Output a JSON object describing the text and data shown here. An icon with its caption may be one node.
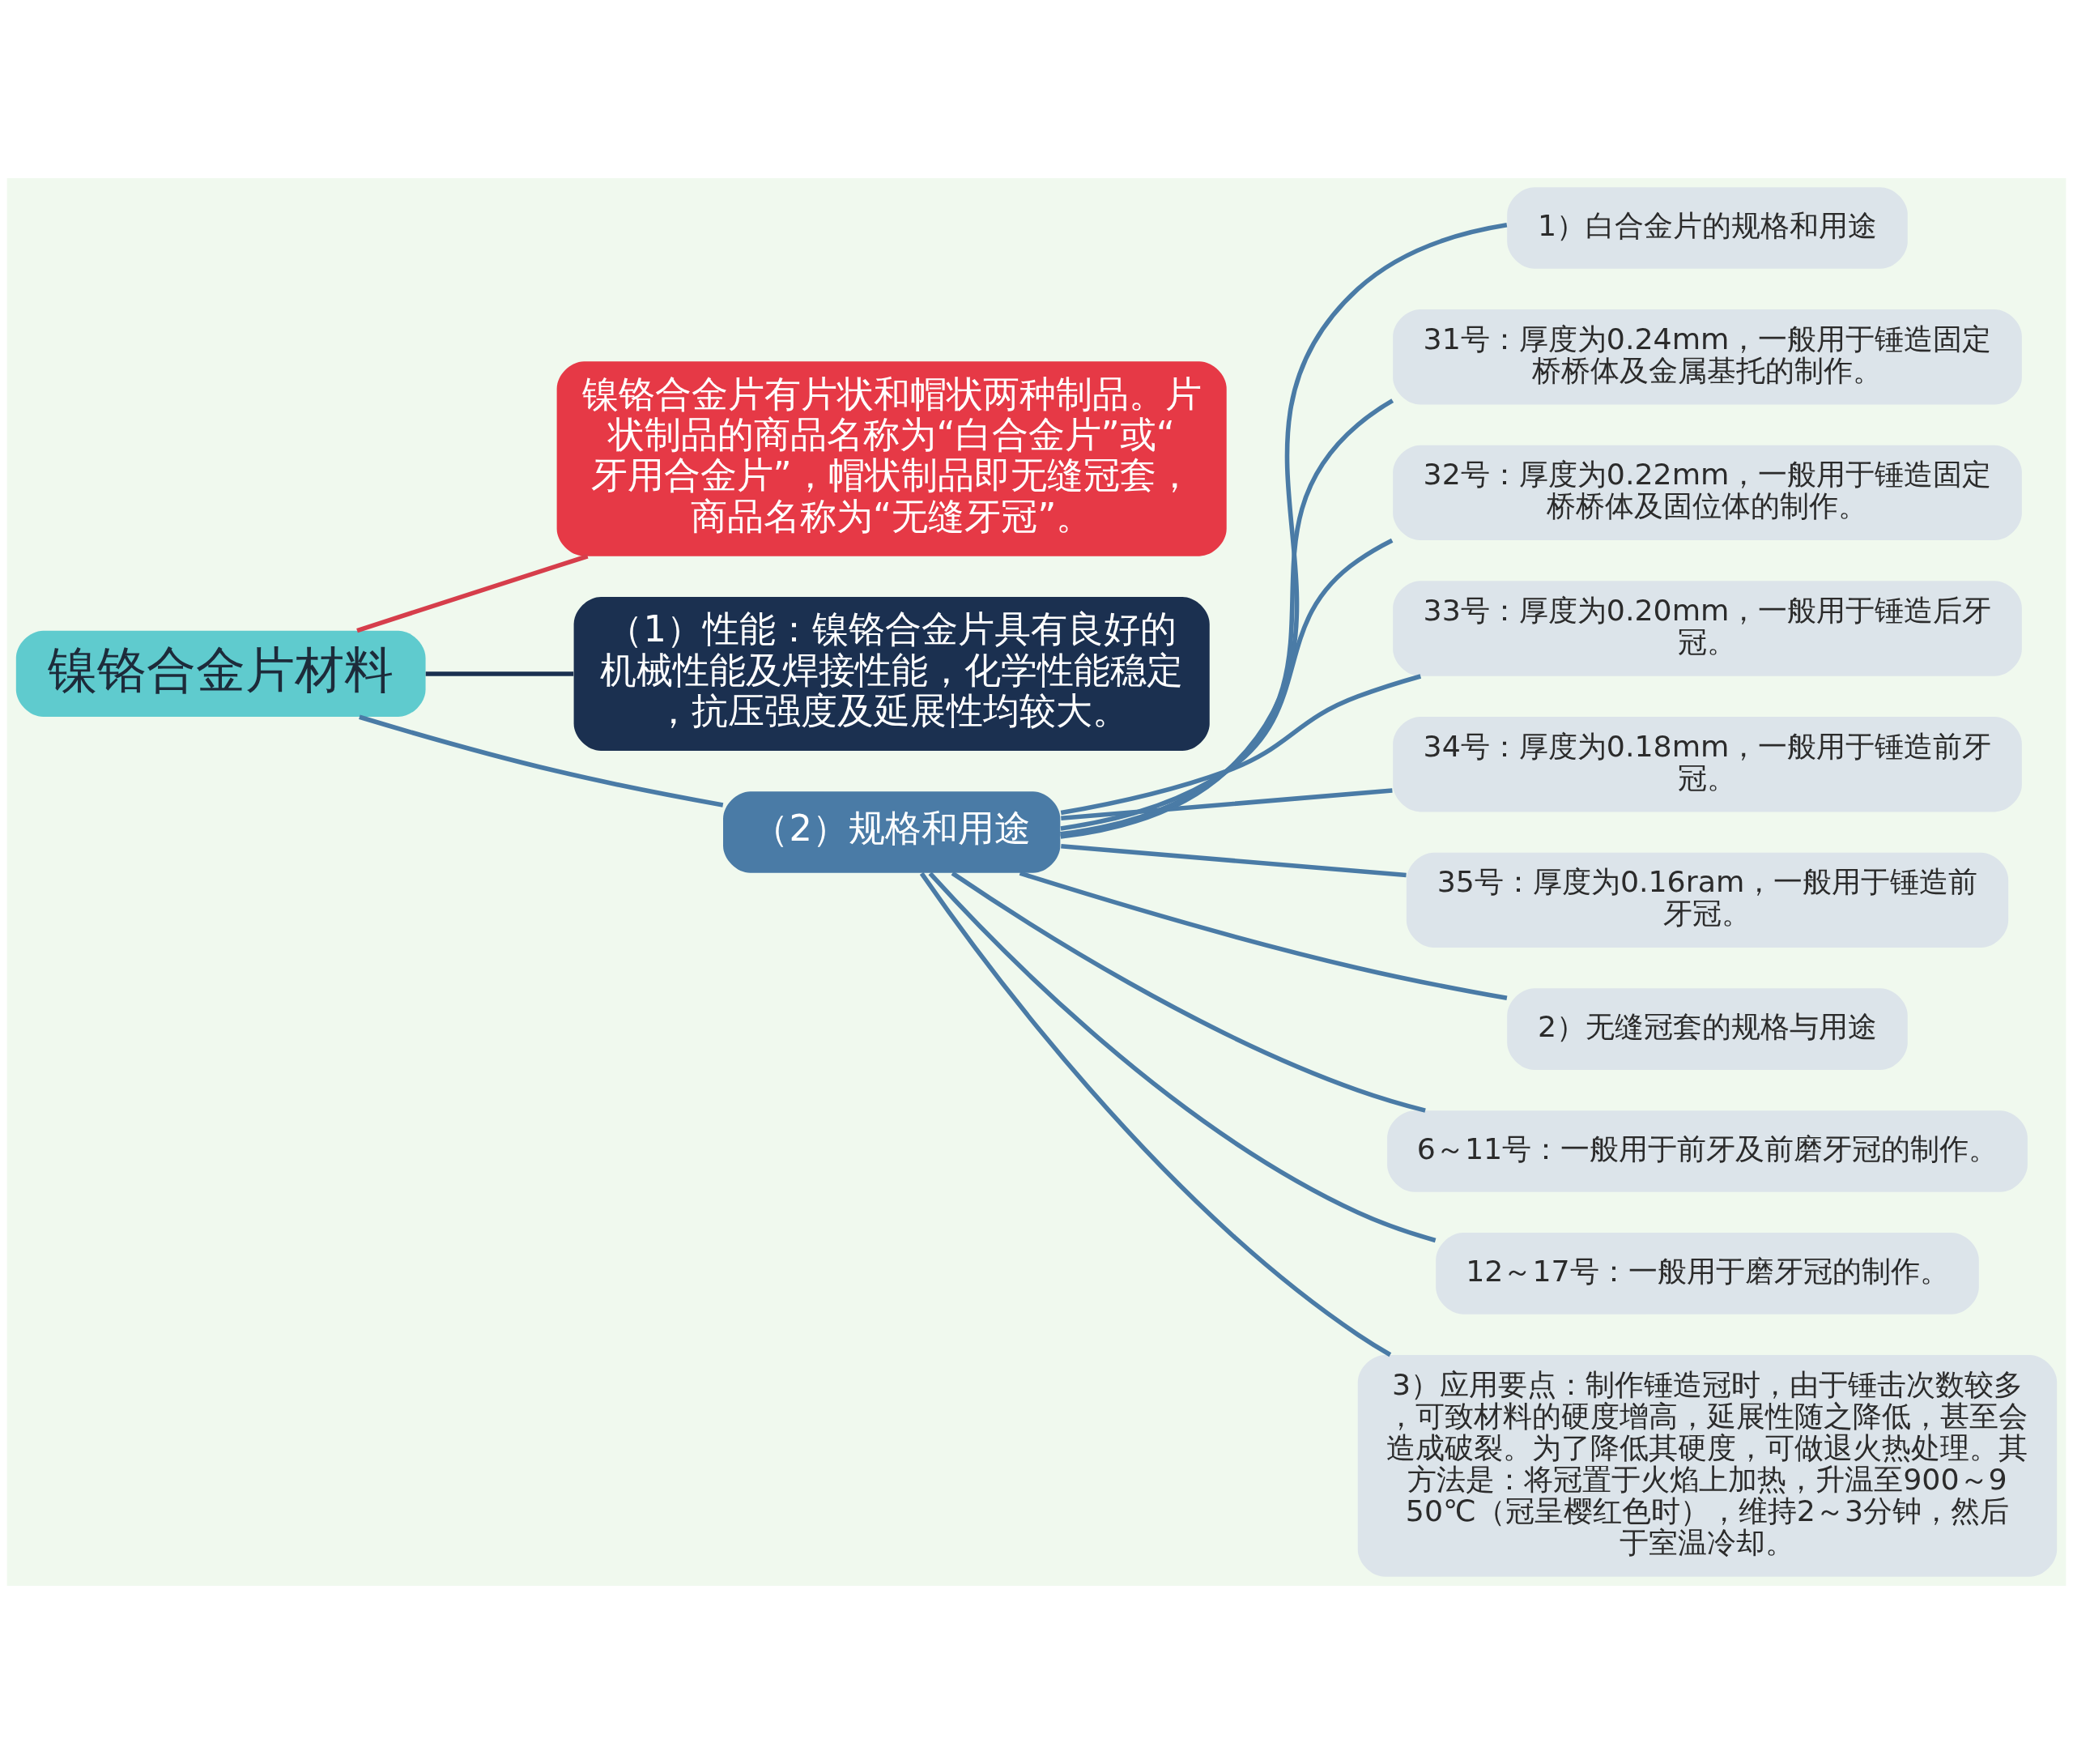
{
  "diagram": {
    "nodes": [
      {
        "text": [
          "镍铬合金片材料"
        ]
      },
      {
        "text": [
          "镍铬合金片有片状和帽状两种制品。片状制品的商品名称为“白合金片”或“牙用合金片”，帽状制品即无缝冠套，商品名称为“无缝牙冠”。"
        ]
      },
      {
        "text": [
          "（1）性能：镍铬合金片具有良好的机械性能及焊接性能，化学性能稳定，抗压强度及延展性均较大。"
        ]
      },
      {
        "text": [
          "（2）规格和用途"
        ]
      },
      {
        "text": [
          "1）白合金片的规格和用途"
        ]
      },
      {
        "text": [
          "31号：厚度为0.24mm，一般用于锤造固定桥桥体及金属基托的制作。"
        ]
      },
      {
        "text": [
          "32号：厚度为0.22mm，一般用于锤造固定桥桥体及固位体的制作。"
        ]
      },
      {
        "text": [
          "33号：厚度为0.20mm，一般用于锤造后牙冠。"
        ]
      },
      {
        "text": [
          "34号：厚度为0.18mm，一般用于锤造前牙冠。"
        ]
      },
      {
        "text": [
          "35号：厚度为0.16ram，一般用于锤造前牙冠。"
        ]
      },
      {
        "text": [
          "2）无缝冠套的规格与用途"
        ]
      },
      {
        "text": [
          "6～11号：一般用于前牙及前磨牙冠的制作。"
        ]
      },
      {
        "text": [
          "12～17号：一般用于磨牙冠的制作。"
        ]
      },
      {
        "text": [
          "3）应用要点：制作锤造冠时，由于锤击次数较多，可致材料的硬度增高，延展性随之降低，甚至会造成破裂。为了降低其硬度，可做退火热处理。其方法是：将冠置于火焰上加热，升温至900～950℃（冠呈樱红色时），维持2～3分钟，然后于室温冷却。"
        ]
      }
    ],
    "edges": [
      {
        "from": 0,
        "to": 1,
        "arrow": "none",
        "color": "#d63e4b"
      },
      {
        "from": 0,
        "to": 2,
        "arrow": "none",
        "color": "#1b3050"
      },
      {
        "from": 0,
        "to": 3,
        "arrow": "none"
      },
      {
        "from": 3,
        "to": 4,
        "arrow": "none"
      },
      {
        "from": 3,
        "to": 5,
        "arrow": "none"
      },
      {
        "from": 3,
        "to": 6,
        "arrow": "none"
      },
      {
        "from": 3,
        "to": 7,
        "arrow": "none"
      },
      {
        "from": 3,
        "to": 8,
        "arrow": "none"
      },
      {
        "from": 3,
        "to": 9,
        "arrow": "none"
      },
      {
        "from": 3,
        "to": 10,
        "arrow": "none"
      },
      {
        "from": 3,
        "to": 11,
        "arrow": "none"
      },
      {
        "from": 3,
        "to": 12,
        "arrow": "none"
      },
      {
        "from": 3,
        "to": 13,
        "arrow": "none"
      }
    ]
  }
}
